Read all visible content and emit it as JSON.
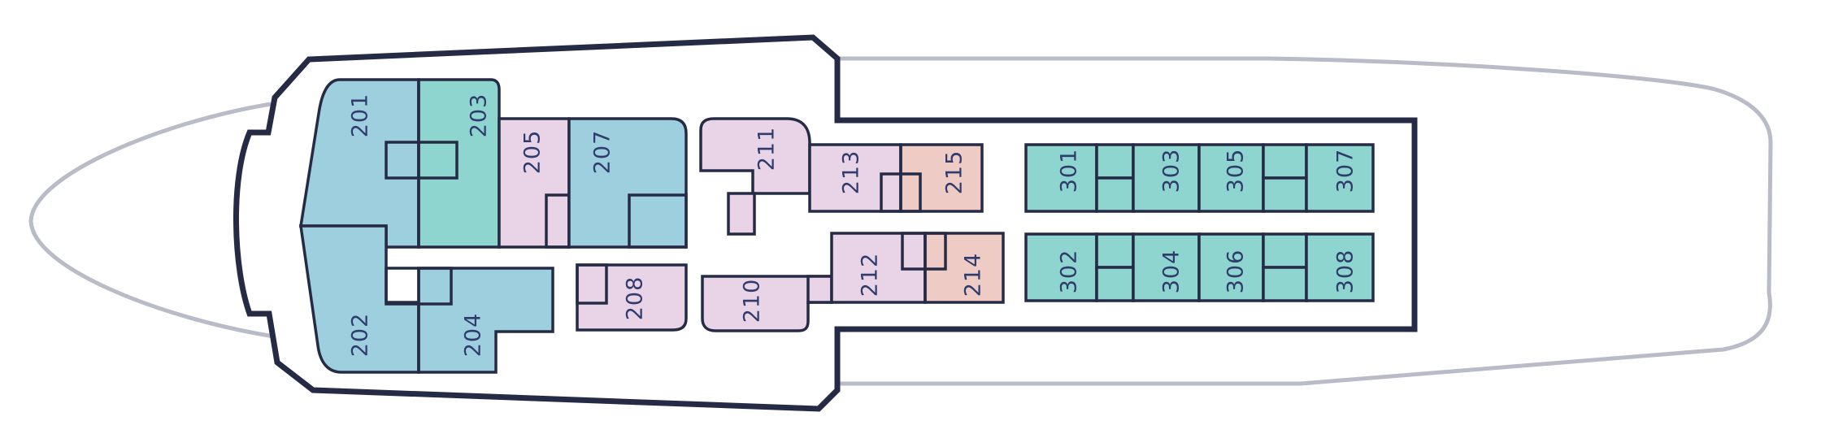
{
  "deck_plan": {
    "colors": {
      "outline": "#262b45",
      "outer_hull": "#b9bcc8",
      "label": "#2f3b6c",
      "category_blue": "#9ecfdf",
      "category_teal": "#8fd5cf",
      "category_lilac": "#e9d4e7",
      "category_salmon": "#eecbc5"
    },
    "cabins": [
      {
        "number": "201",
        "category": "blue"
      },
      {
        "number": "202",
        "category": "blue"
      },
      {
        "number": "203",
        "category": "teal"
      },
      {
        "number": "204",
        "category": "blue"
      },
      {
        "number": "205",
        "category": "lilac"
      },
      {
        "number": "207",
        "category": "blue"
      },
      {
        "number": "208",
        "category": "lilac"
      },
      {
        "number": "210",
        "category": "lilac"
      },
      {
        "number": "211",
        "category": "lilac"
      },
      {
        "number": "212",
        "category": "lilac"
      },
      {
        "number": "213",
        "category": "lilac"
      },
      {
        "number": "214",
        "category": "salmon"
      },
      {
        "number": "215",
        "category": "salmon"
      },
      {
        "number": "301",
        "category": "teal"
      },
      {
        "number": "302",
        "category": "teal"
      },
      {
        "number": "303",
        "category": "teal"
      },
      {
        "number": "304",
        "category": "teal"
      },
      {
        "number": "305",
        "category": "teal"
      },
      {
        "number": "306",
        "category": "teal"
      },
      {
        "number": "307",
        "category": "teal"
      },
      {
        "number": "308",
        "category": "teal"
      }
    ]
  }
}
